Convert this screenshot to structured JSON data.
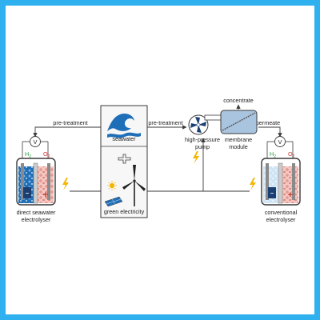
{
  "colors": {
    "frame": "#2fb0ef",
    "line": "#3a3a3a",
    "bolt": "#f2b705",
    "water": "#1f6fb8",
    "water_light": "#cfe4f5",
    "anode_side": "#f4c7c3",
    "electrode": "#8a8a8a",
    "panel": "#f7f7f7",
    "module": "#a9c4df",
    "cathode_block": "#1c3f73"
  },
  "labels": {
    "pretreatment_left": "pre-treatment",
    "pretreatment_right": "pre-treatment",
    "seawater": "seawater",
    "green_electricity": "green electricity",
    "hp_pump": [
      "high-pressure",
      "pump"
    ],
    "membrane_module": [
      "membrane",
      "module"
    ],
    "concentrate": "concentrate",
    "permeate": "permeate",
    "direct_electrolyser": [
      "direct seawater",
      "electrolyser"
    ],
    "conventional_electrolyser": [
      "conventional",
      "electrolyser"
    ],
    "voltmeter": "V",
    "h2": "H",
    "h2_sub": "2",
    "o2": "O",
    "o2_sub": "2",
    "minus": "−",
    "plus": "+"
  },
  "icons": [
    "wave-icon",
    "plus-icon",
    "sun-icon",
    "wind-turbine-icon",
    "lightning-bolt-icon",
    "pump-icon",
    "voltmeter-icon"
  ]
}
